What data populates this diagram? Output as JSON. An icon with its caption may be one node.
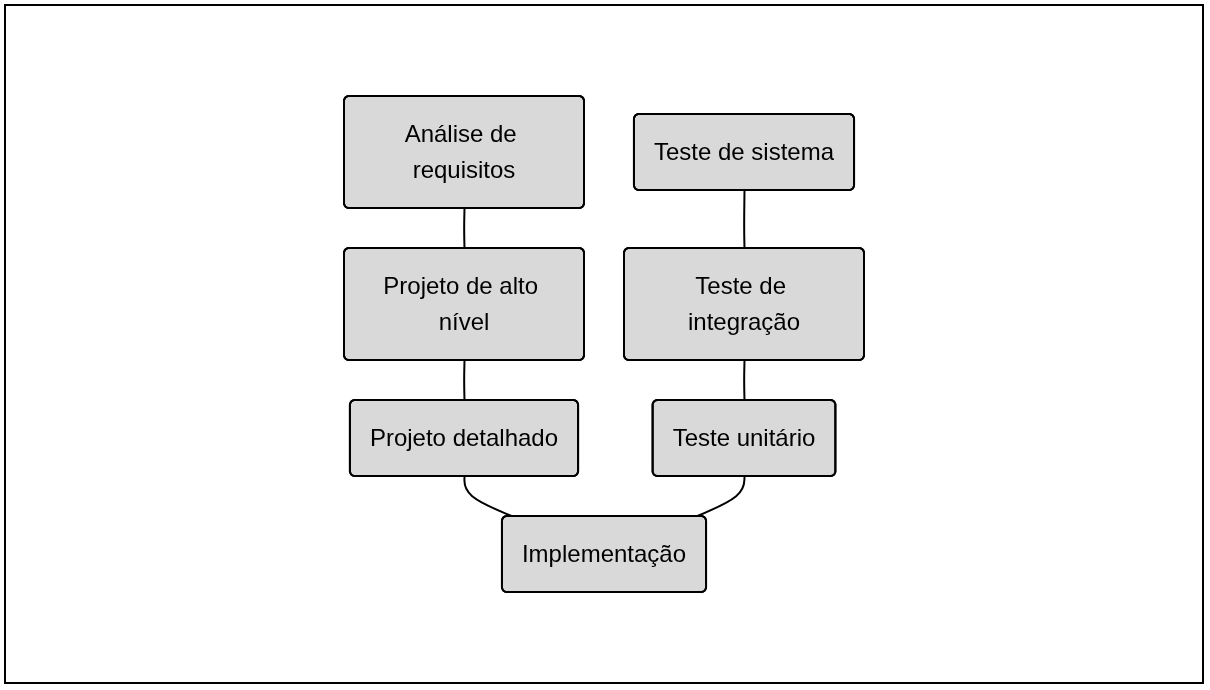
{
  "diagram": {
    "nodes": [
      {
        "text": [
          "Análise de requisitos"
        ]
      },
      {
        "text": [
          "Teste de sistema"
        ]
      },
      {
        "text": [
          "Projeto de alto nível"
        ]
      },
      {
        "text": [
          "Teste de integração"
        ]
      },
      {
        "text": [
          "Projeto detalhado"
        ]
      },
      {
        "text": [
          "Teste unitário"
        ]
      },
      {
        "text": [
          "Implementação"
        ]
      }
    ],
    "edges": [
      {
        "from": 0,
        "to": 2,
        "arrow": "none"
      },
      {
        "from": 2,
        "to": 4,
        "arrow": "none"
      },
      {
        "from": 4,
        "to": 6,
        "arrow": "none"
      },
      {
        "from": 5,
        "to": 6,
        "arrow": "none"
      },
      {
        "from": 3,
        "to": 5,
        "arrow": "none"
      },
      {
        "from": 1,
        "to": 3,
        "arrow": "none"
      }
    ]
  }
}
